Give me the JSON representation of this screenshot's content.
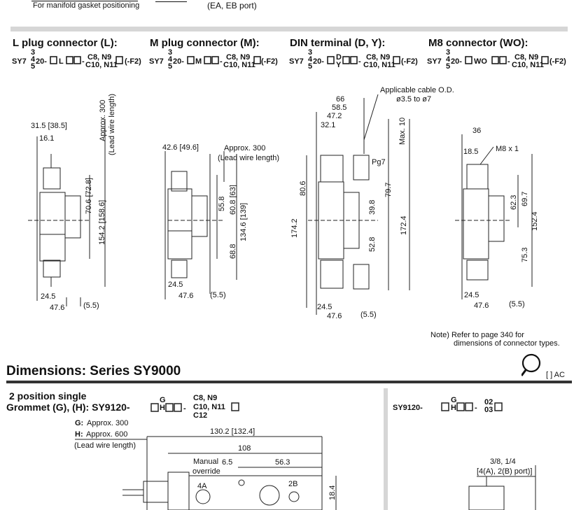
{
  "top": {
    "manifold_note": "For manifold gasket positioning",
    "port_note": "(EA, EB port)"
  },
  "sections": [
    {
      "header": "L plug connector (L):",
      "model_pre": "SY7",
      "model_stack": [
        "3",
        "4",
        "5"
      ],
      "model_mid": "20-",
      "model_code": "L",
      "model_sfx_top": "C8, N9",
      "model_sfx_bot": "C10, N11",
      "model_end": "(-F2)"
    },
    {
      "header": "M plug connector (M):",
      "model_pre": "SY7",
      "model_stack": [
        "3",
        "4",
        "5"
      ],
      "model_mid": "20-",
      "model_code": "M",
      "model_sfx_top": "C8, N9",
      "model_sfx_bot": "C10, N11",
      "model_end": "(-F2)"
    },
    {
      "header": "DIN terminal (D, Y):",
      "model_pre": "SY7",
      "model_stack": [
        "3",
        "4",
        "5"
      ],
      "model_mid": "20-",
      "model_code": "D/Y",
      "model_sfx_top": "C8, N9",
      "model_sfx_bot": "C10, N11",
      "model_end": "(-F2)"
    },
    {
      "header": "M8 connector (WO):",
      "model_pre": "SY7",
      "model_stack": [
        "3",
        "4",
        "5"
      ],
      "model_mid": "20-",
      "model_code": "WO",
      "model_sfx_top": "C8, N9",
      "model_sfx_bot": "C10, N11",
      "model_end": "(-F2)"
    }
  ],
  "dims_L": {
    "w1": "31.5 [38.5]",
    "w2": "16.1",
    "lead": "Approx. 300",
    "lead2": "(Lead wire length)",
    "h1": "70.6 [72.8]",
    "h2": "154.2 [158.6]",
    "b1": "24.5",
    "b2": "47.6",
    "b3": "(5.5)"
  },
  "dims_M": {
    "w1": "42.6 [49.6]",
    "lead": "Approx. 300",
    "lead2": "(Lead wire length)",
    "h1": "55.8",
    "h2": "60.8 [63]",
    "h3": "134.6 [139]",
    "h4": "68.8",
    "b1": "24.5",
    "b2": "47.6",
    "b3": "(5.5)"
  },
  "dims_D": {
    "cable": "Applicable cable O.D.",
    "cable2": "ø3.5 to ø7",
    "w1": "66",
    "w2": "58.5",
    "w3": "47.2",
    "w4": "32.1",
    "max": "Max. 10",
    "pg": "Pg7",
    "h1": "80.6",
    "h2": "174.2",
    "h3": "79.7",
    "h4": "39.8",
    "h5": "172.4",
    "h6": "52.8",
    "b1": "24.5",
    "b2": "47.6",
    "b3": "(5.5)"
  },
  "dims_WO": {
    "w1": "36",
    "w2": "18.5",
    "m8": "M8 x 1",
    "h1": "62.3",
    "h2": "69.7",
    "h3": "152.4",
    "h4": "75.3",
    "b1": "24.5",
    "b2": "47.6",
    "b3": "(5.5)"
  },
  "note": {
    "line1": "Note) Refer to page 340 for",
    "line2": "dimensions of connector types."
  },
  "sy9000": {
    "title": "Dimensions: Series SY9000",
    "ac_label": "[   ] AC",
    "left_title1": "2 position single",
    "left_title2": "Grommet (G), (H): SY9120-",
    "left_sfx1": "C8, N9",
    "left_sfx2": "C10, N11",
    "left_sfx3": "C12",
    "g_label": "G:",
    "g_text": "Approx. 300",
    "h_label": "H:",
    "h_text": "Approx. 600",
    "lead_len": "(Lead wire length)",
    "d1": "130.2 [132.4]",
    "d2": "108",
    "manual": "Manual",
    "override": "override",
    "d3": "6.5",
    "d4": "56.3",
    "d5": "18.4",
    "p4a": "4A",
    "p2b": "2B",
    "right_model": "SY9120-",
    "right_sfx_top": "02",
    "right_sfx_bot": "03",
    "port_size": "3/8, 1/4",
    "port_desc": "[4(A), 2(B) port)]"
  }
}
